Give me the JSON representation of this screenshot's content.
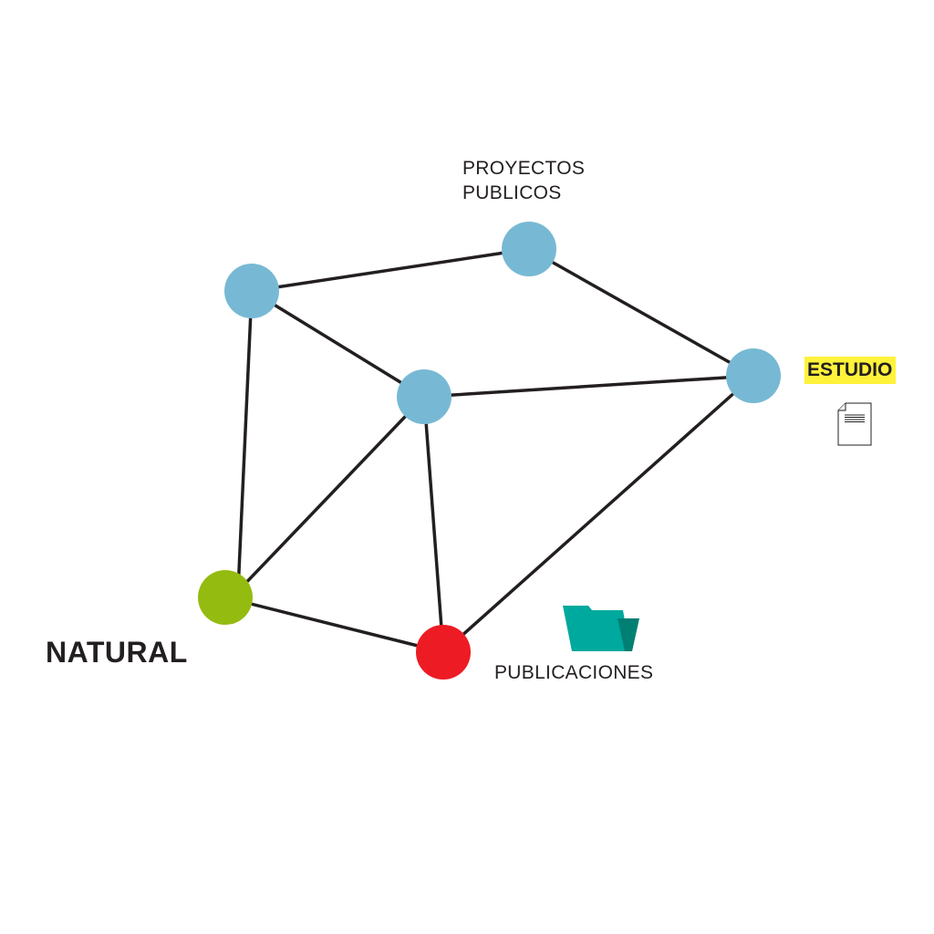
{
  "labels": {
    "proyectos_line1": "PROYECTOS",
    "proyectos_line2": "PUBLICOS",
    "estudio": "ESTUDIO",
    "natural": "NATURAL",
    "publicaciones": "PUBLICACIONES"
  },
  "colors": {
    "node_blue": "#77b9d4",
    "node_green": "#94bc10",
    "node_red": "#ed1c24",
    "edge": "#231f20",
    "highlight_yellow": "#fff23a",
    "folder_teal": "#00a99d"
  },
  "icons": {
    "document": "document-icon",
    "folder": "folder-icon"
  }
}
